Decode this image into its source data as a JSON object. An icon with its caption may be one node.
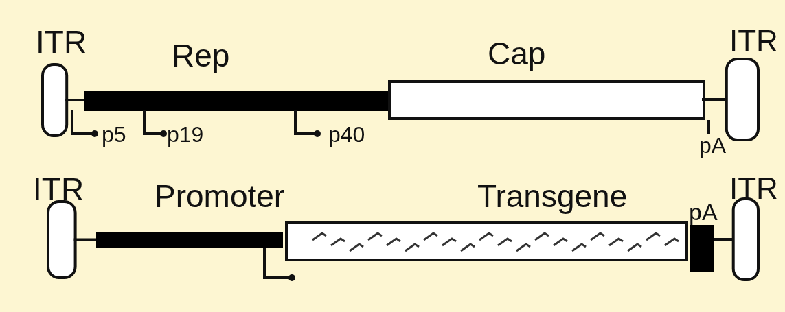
{
  "diagram": {
    "nodes": [
      {
        "text": [
          "ITR"
        ]
      },
      {
        "text": [
          "Rep"
        ]
      },
      {
        "text": [
          "Cap"
        ]
      },
      {
        "text": [
          "ITR"
        ]
      },
      {
        "text": [
          "ITR"
        ]
      },
      {
        "text": [
          "Promoter"
        ]
      },
      {
        "text": [
          "Transgene"
        ]
      },
      {
        "text": [
          "pA"
        ]
      },
      {
        "text": [
          "ITR"
        ]
      }
    ],
    "labels": [
      "p5",
      "p19",
      "p40",
      "pA"
    ]
  }
}
